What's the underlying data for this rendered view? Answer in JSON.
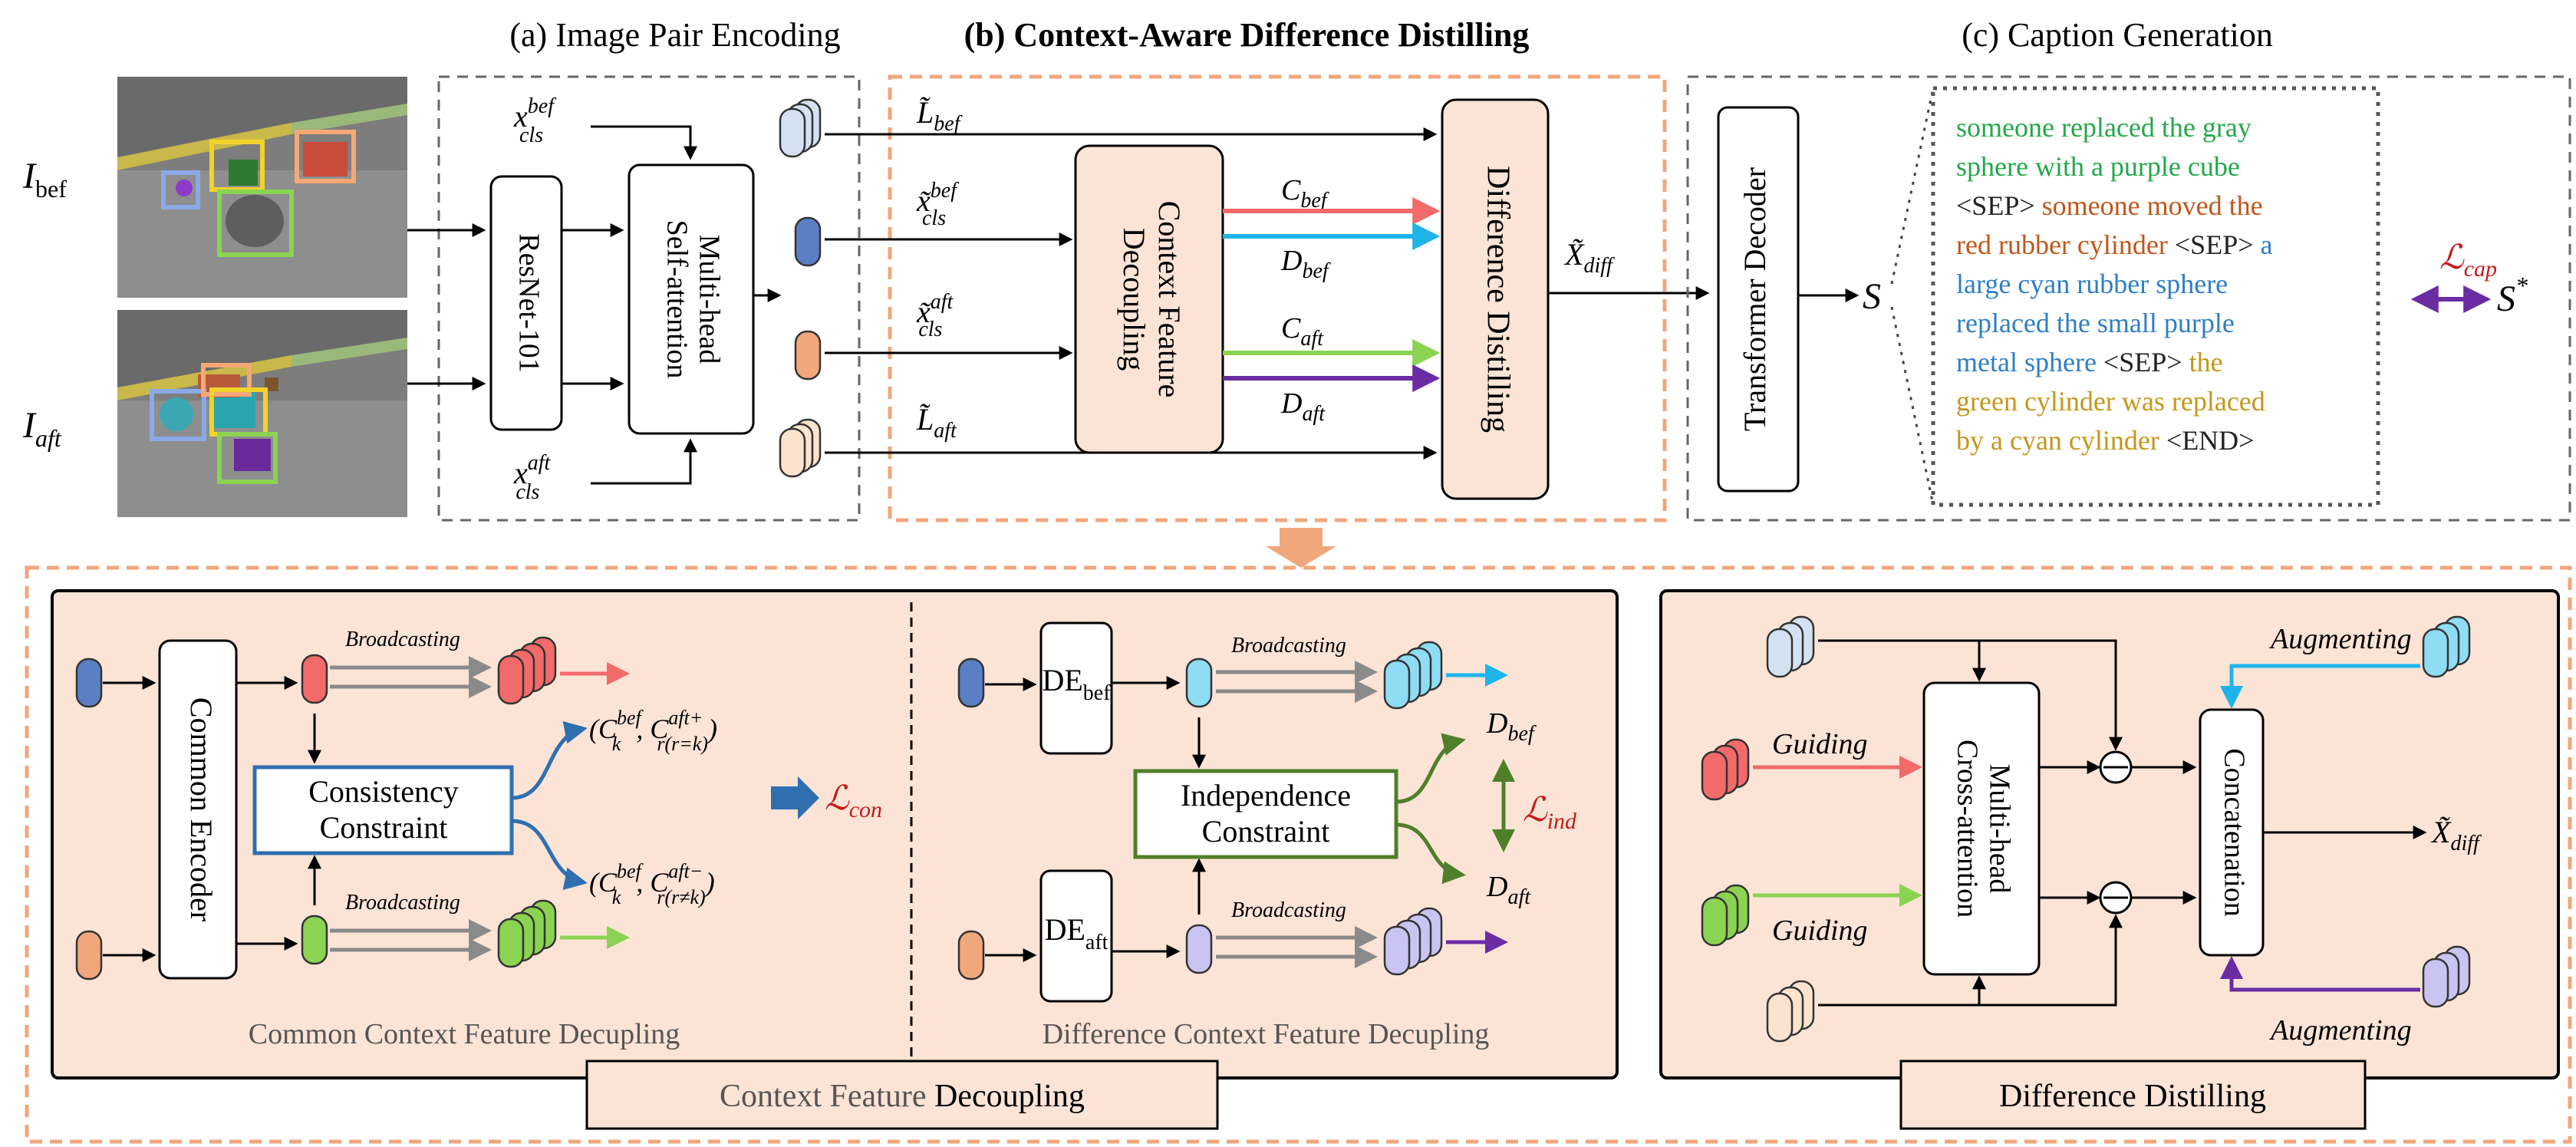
{
  "sections": {
    "a_title": "(a) Image Pair Encoding",
    "b_title": "(b) Context-Aware Difference Distilling",
    "c_title": "(c) Caption Generation"
  },
  "inputs": {
    "before": "I",
    "before_sub": "bef",
    "after": "I",
    "after_sub": "aft"
  },
  "encoder": {
    "resnet": "ResNet-101",
    "mhsa_line1": "Multi-head",
    "mhsa_line2": "Self-attention",
    "x_bef_base": "x",
    "x_bef_sup": "bef",
    "x_bef_sub": "cls",
    "x_aft_base": "x",
    "x_aft_sup": "aft",
    "x_aft_sub": "cls"
  },
  "distill": {
    "L_bef_base": "L̃",
    "L_bef_sub": "bef",
    "L_aft_base": "L̃",
    "L_aft_sub": "aft",
    "xt_bef_base": "x̃",
    "xt_bef_sup": "bef",
    "xt_bef_sub": "cls",
    "xt_aft_base": "x̃",
    "xt_aft_sup": "aft",
    "xt_aft_sub": "cls",
    "cfd_line1": "Context Feature",
    "cfd_line2": "Decoupling",
    "C_bef": "C",
    "C_bef_sub": "bef",
    "D_bef": "D",
    "D_bef_sub": "bef",
    "C_aft": "C",
    "C_aft_sub": "aft",
    "D_aft": "D",
    "D_aft_sub": "aft",
    "dd_box": "Difference Distilling",
    "x_diff_base": "X̃",
    "x_diff_sub": "diff"
  },
  "caption": {
    "decoder": "Transformer Decoder",
    "S": "S",
    "S_star": "S",
    "S_star_sup": "*",
    "loss_base": "ℒ",
    "loss_sub": "cap",
    "lines": [
      [
        {
          "t": "someone replaced the gray",
          "c": "#22a84a"
        }
      ],
      [
        {
          "t": "sphere with a purple cube",
          "c": "#22a84a"
        }
      ],
      [
        {
          "t": "<SEP> ",
          "c": "#222222"
        },
        {
          "t": "someone moved the",
          "c": "#c0561a"
        }
      ],
      [
        {
          "t": "red rubber cylinder ",
          "c": "#c0561a"
        },
        {
          "t": "<SEP> ",
          "c": "#222222"
        },
        {
          "t": "a",
          "c": "#2f7ec6"
        }
      ],
      [
        {
          "t": "large cyan rubber sphere",
          "c": "#2f7ec6"
        }
      ],
      [
        {
          "t": "replaced the small purple",
          "c": "#2f7ec6"
        }
      ],
      [
        {
          "t": "metal sphere ",
          "c": "#2f7ec6"
        },
        {
          "t": "<SEP> ",
          "c": "#222222"
        },
        {
          "t": "the",
          "c": "#c4961a"
        }
      ],
      [
        {
          "t": "green cylinder was replaced",
          "c": "#c4961a"
        }
      ],
      [
        {
          "t": "by a cyan cylinder ",
          "c": "#c4961a"
        },
        {
          "t": "<END>",
          "c": "#222222"
        }
      ]
    ]
  },
  "cfd_detail": {
    "common_encoder": "Common Encoder",
    "broadcasting": "Broadcasting",
    "consistency_line1": "Consistency",
    "consistency_line2": "Constraint",
    "pos_pair_open": "(C",
    "pos_pair_sub": "k",
    "pos_pair_sup": "bef",
    "pos_pair_mid": ", C",
    "pos_pair_sub2": "r(r=k)",
    "pos_pair_sup2": "aft+",
    "pos_pair_close": ")",
    "neg_pair_open": "(C",
    "neg_pair_sub": "k",
    "neg_pair_sup": "bef",
    "neg_pair_mid": ", C",
    "neg_pair_sub2": "r(r≠k)",
    "neg_pair_sup2": "aft−",
    "neg_pair_close": ")",
    "loss_con_base": "ℒ",
    "loss_con_sub": "con",
    "common_caption": "Common Context Feature Decupling",
    "de_bef": "DE",
    "de_bef_sub": "bef",
    "de_aft": "DE",
    "de_aft_sub": "aft",
    "independence_line1": "Independence",
    "independence_line2": "Constraint",
    "D_bef": "D",
    "D_bef_sub": "bef",
    "D_aft": "D",
    "D_aft_sub": "aft",
    "loss_ind_base": "ℒ",
    "loss_ind_sub": "ind",
    "diff_caption": "Difference Context Feature Decupling",
    "footer_part1": "Context Feature ",
    "footer_part2": "Decoupling"
  },
  "dd_detail": {
    "guiding1": "Guiding",
    "guiding2": "Guiding",
    "mhca_line1": "Multi-head",
    "mhca_line2": "Cross-attention",
    "concat": "Concatenation",
    "augmenting1": "Augmenting",
    "augmenting2": "Augmenting",
    "ominus": "⊖",
    "x_diff_base": "X̃",
    "x_diff_sub": "diff",
    "footer": "Difference Distilling"
  },
  "colors": {
    "token_light_blue": "#d4e1f3",
    "token_blue": "#5b7fc4",
    "token_orange": "#f0a77c",
    "token_cream": "#fbe3cf",
    "red": "#f26a6a",
    "cyan": "#1eb4ea",
    "green": "#8bd352",
    "purple": "#6b2ca3",
    "violet": "#c9c4f2",
    "box_fill": "#fbe4d6",
    "dashed_orange": "#f0a77c",
    "constraint_blue": "#2f6fb0",
    "constraint_green": "#4f7f2a",
    "loss_red": "#c41a1a"
  }
}
